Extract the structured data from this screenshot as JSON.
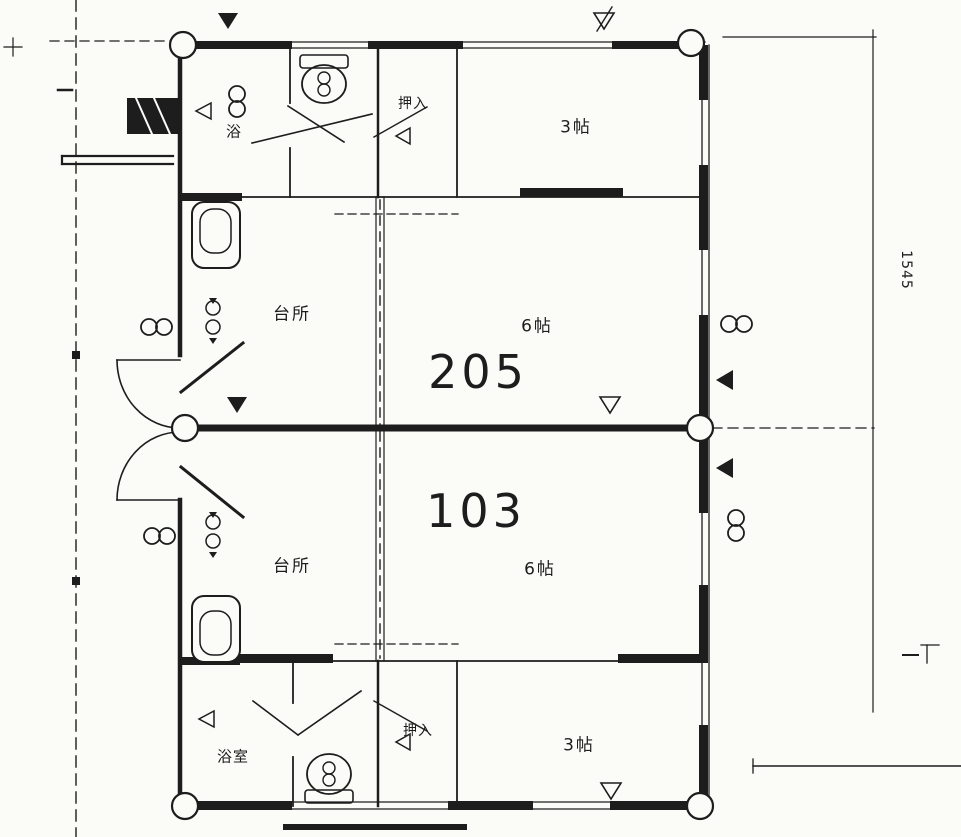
{
  "page": {
    "background": "#fbfbf8",
    "ink": "#1d1d1d",
    "type": "scanned apartment floor plan"
  },
  "plan": {
    "units": [
      {
        "id": "upper",
        "number": "205",
        "labels": {
          "kitchen": "台所",
          "main_room": "6帖",
          "small_room": "3帖",
          "closet": "押入",
          "bath": "浴"
        }
      },
      {
        "id": "lower",
        "number": "103",
        "labels": {
          "kitchen": "台所",
          "main_room": "6帖",
          "small_room": "3帖",
          "closet": "押入",
          "bath": "浴室"
        }
      }
    ],
    "dimension_note": "1545"
  },
  "symbols": {
    "section_marker_filled": "▼",
    "section_marker_open": "▽",
    "direction_marker_open": "◁",
    "direction_marker_filled": "◀",
    "meter_symbol": "double-circle",
    "column_symbol": "circle"
  }
}
